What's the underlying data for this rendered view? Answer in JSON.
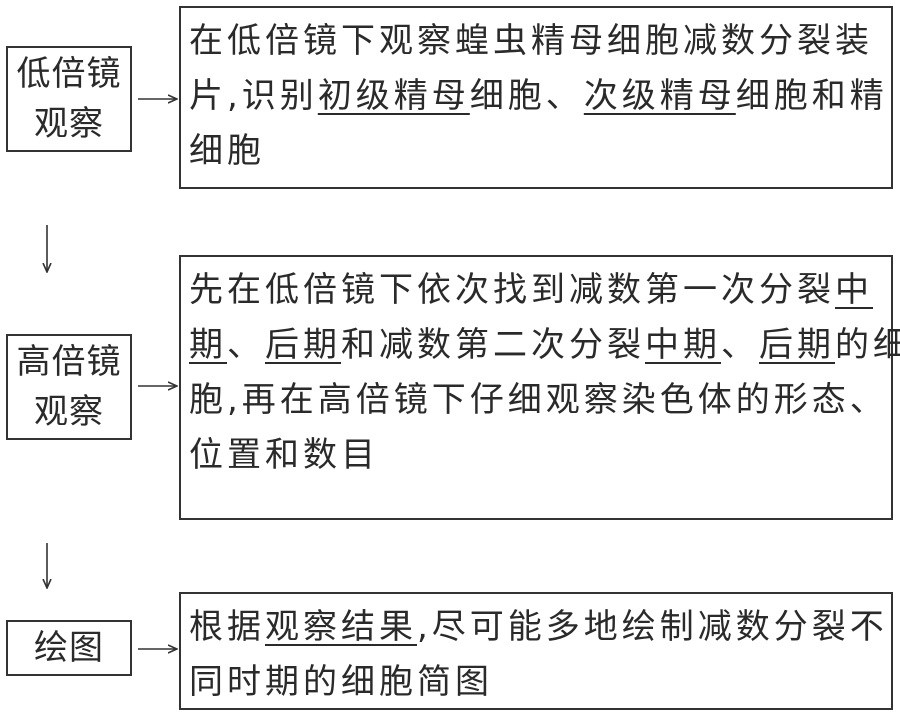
{
  "steps": [
    {
      "label_lines": [
        "低倍镜",
        "观察"
      ],
      "desc_lines": [
        [
          {
            "t": "在低倍镜下观察蝗虫精母细胞减数分裂装",
            "u": false
          }
        ],
        [
          {
            "t": "片,识别",
            "u": false
          },
          {
            "t": "初级精母",
            "u": true
          },
          {
            "t": "细胞、",
            "u": false
          },
          {
            "t": "次级精母",
            "u": true
          },
          {
            "t": "细胞和精",
            "u": false
          }
        ],
        [
          {
            "t": "细胞",
            "u": false
          }
        ]
      ]
    },
    {
      "label_lines": [
        "高倍镜",
        "观察"
      ],
      "desc_lines": [
        [
          {
            "t": "先在低倍镜下依次找到减数第一次分裂",
            "u": false
          },
          {
            "t": "中",
            "u": true
          }
        ],
        [
          {
            "t": "期",
            "u": true
          },
          {
            "t": "、",
            "u": false
          },
          {
            "t": "后期",
            "u": true
          },
          {
            "t": "和减数第二次分裂",
            "u": false
          },
          {
            "t": "中期",
            "u": true
          },
          {
            "t": "、",
            "u": false
          },
          {
            "t": "后期",
            "u": true
          },
          {
            "t": "的细",
            "u": false
          }
        ],
        [
          {
            "t": "胞,再在高倍镜下仔细观察染色体的形态、",
            "u": false
          }
        ],
        [
          {
            "t": "位置和数目",
            "u": false
          }
        ]
      ]
    },
    {
      "label_lines": [
        "绘图"
      ],
      "desc_lines": [
        [
          {
            "t": "根据",
            "u": false
          },
          {
            "t": "观察结果",
            "u": true
          },
          {
            "t": ",尽可能多地绘制减数分裂不",
            "u": false
          }
        ],
        [
          {
            "t": "同时期的细胞简图",
            "u": false
          }
        ]
      ]
    }
  ],
  "colors": {
    "line": "#333333",
    "text": "#2a2a2a"
  }
}
